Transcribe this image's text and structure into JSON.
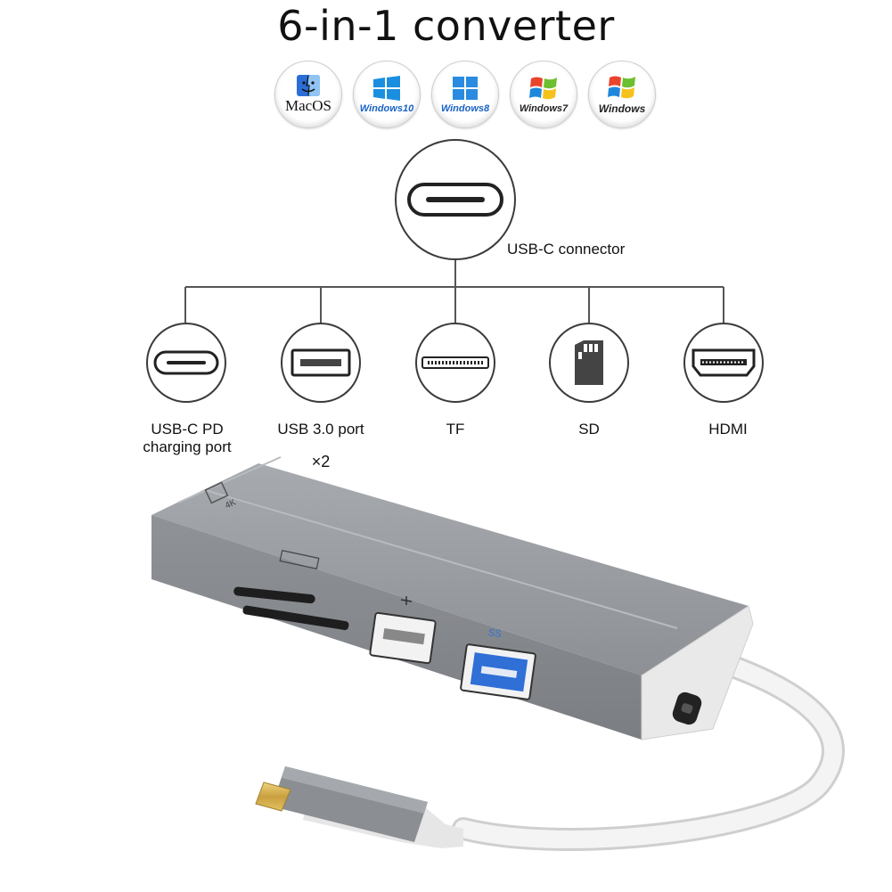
{
  "title": "6-in-1 converter",
  "os_badges": [
    {
      "name": "mac-os",
      "label": "MacOS",
      "icon": "finder-face-icon"
    },
    {
      "name": "windows-10",
      "label": "Windows10",
      "icon": "windows-logo-icon"
    },
    {
      "name": "windows-8",
      "label": "Windows8",
      "icon": "windows-logo-icon"
    },
    {
      "name": "windows-7",
      "label": "Windows7",
      "icon": "windows-flag-icon"
    },
    {
      "name": "windows-xp",
      "label": "Windows",
      "icon": "windows-flag-icon"
    }
  ],
  "diagram": {
    "root": {
      "label": "USB-C connector",
      "icon": "usb-c-port-icon"
    },
    "ports": [
      {
        "label": "USB-C PD\ncharging port",
        "icon": "usb-c-port-icon"
      },
      {
        "label": "USB 3.0 port",
        "count": "×2",
        "icon": "usb-a-port-icon"
      },
      {
        "label": "TF",
        "icon": "tf-slot-icon"
      },
      {
        "label": "SD",
        "icon": "sd-card-icon"
      },
      {
        "label": "HDMI",
        "icon": "hdmi-port-icon"
      }
    ]
  },
  "colors": {
    "hub_body": "#8a8d92",
    "hub_top": "#9a9da2",
    "usb3_blue": "#2f6fd6",
    "cable": "#f2f2f2",
    "connector_gold": "#d9b34a",
    "line": "#555555"
  }
}
